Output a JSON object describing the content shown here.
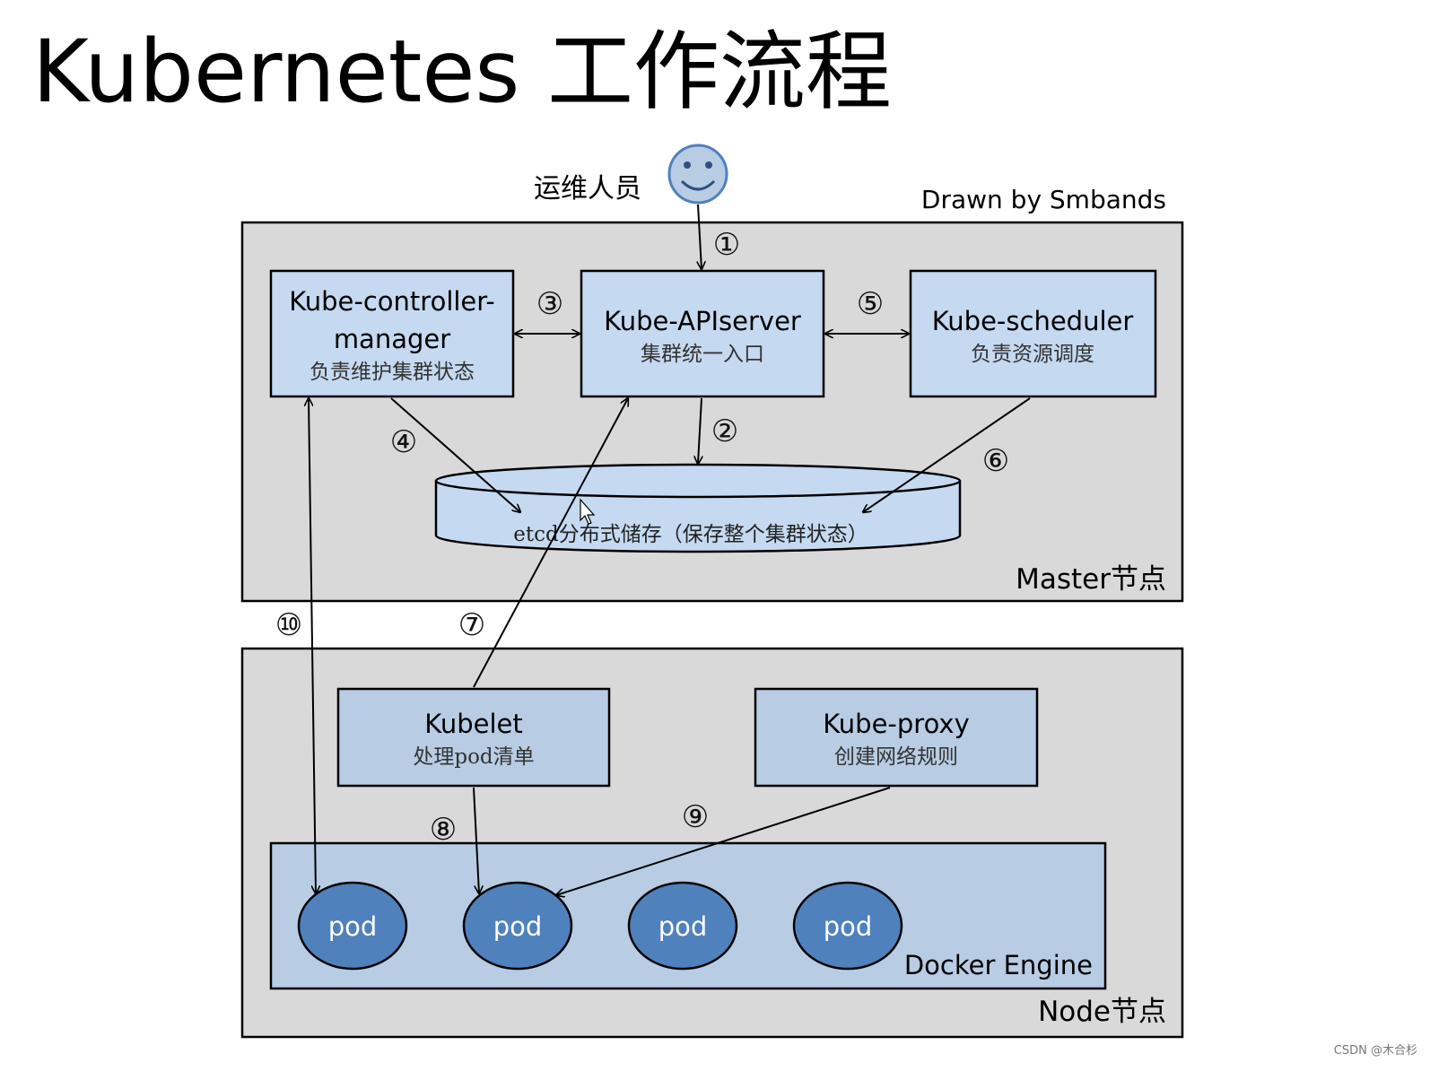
{
  "title": "Kubernetes 工作流程",
  "operator": {
    "label": "运维人员"
  },
  "credit": "Drawn by Smbands",
  "master": {
    "label": "Master节点"
  },
  "node": {
    "label": "Node节点"
  },
  "components": {
    "controller": {
      "name_line1": "Kube-controller-",
      "name_line2": "manager",
      "desc": "负责维护集群状态"
    },
    "apiserver": {
      "name": "Kube-APIserver",
      "desc": "集群统一入口"
    },
    "scheduler": {
      "name": "Kube-scheduler",
      "desc": "负责资源调度"
    },
    "etcd": {
      "label": "etcd分布式储存（保存整个集群状态）"
    },
    "kubelet": {
      "name": "Kubelet",
      "desc": "处理pod清单"
    },
    "proxy": {
      "name": "Kube-proxy",
      "desc": "创建网络规则"
    },
    "docker": {
      "label": "Docker Engine"
    },
    "pods": [
      "pod",
      "pod",
      "pod",
      "pod"
    ]
  },
  "steps": [
    "①",
    "②",
    "③",
    "④",
    "⑤",
    "⑥",
    "⑦",
    "⑧",
    "⑨",
    "⑩"
  ],
  "watermark": "CSDN @木合杉",
  "colors": {
    "region_fill": "#d9d9d9",
    "box_fill": "#c5d9f1",
    "docker_fill": "#b8cce4",
    "pod_fill": "#4f81bd",
    "face_fill": "#b8cce4",
    "face_stroke": "#4f81bd"
  }
}
